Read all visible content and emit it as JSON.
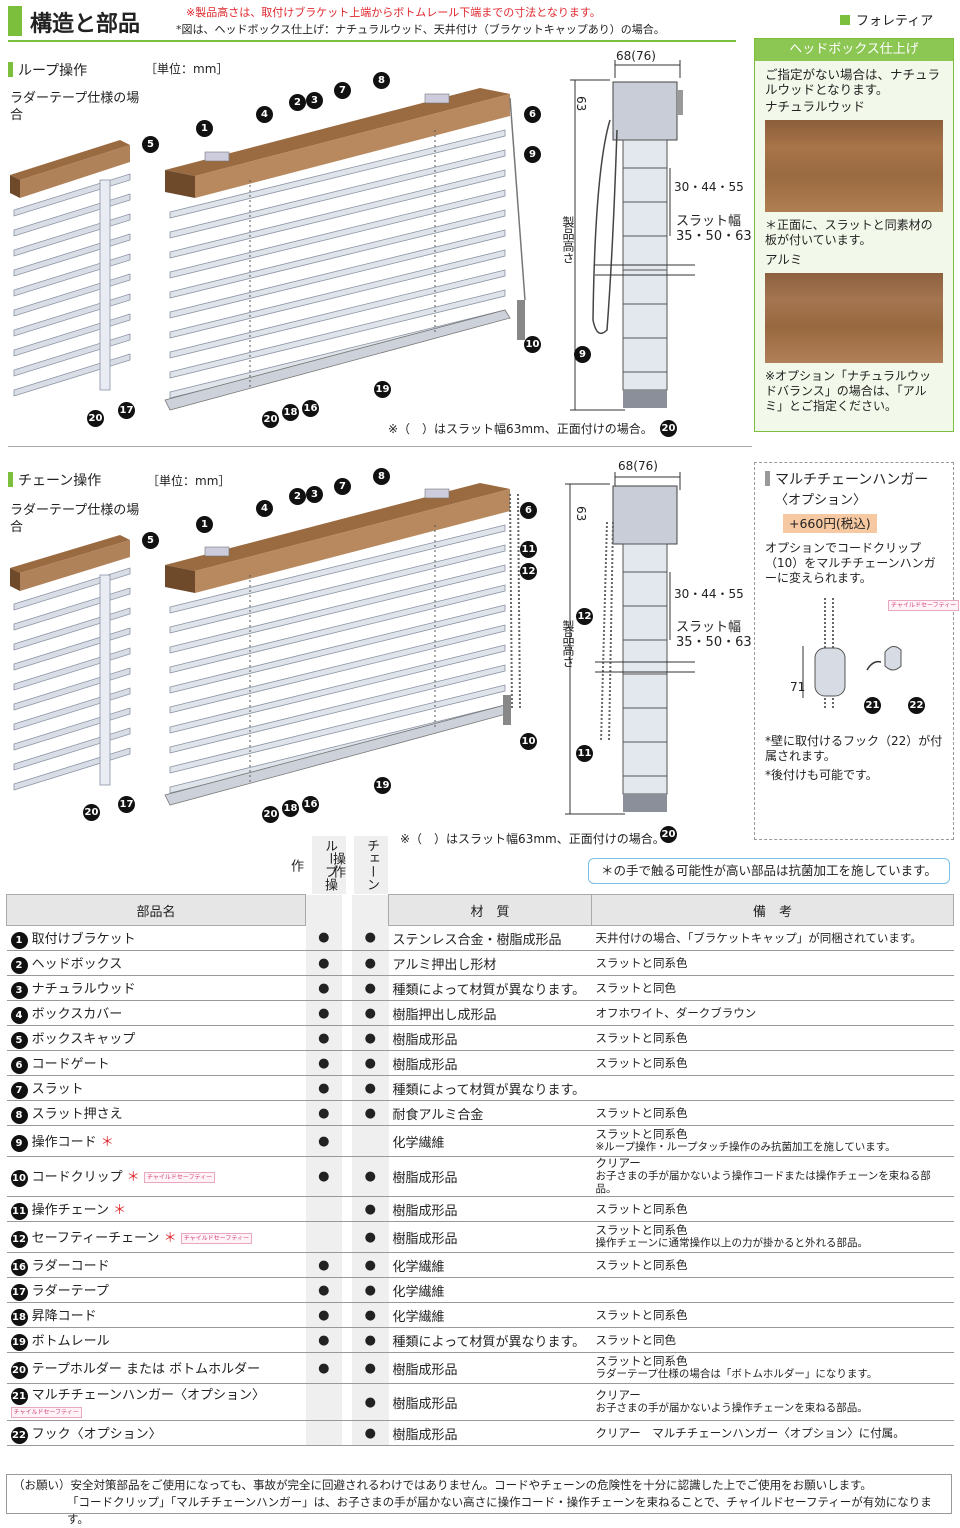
{
  "header": {
    "title": "構造と部品",
    "note_red": "※製品高さは、取付けブラケット上端からボトムレール下端までの寸法となります。",
    "note_black": "*図は、ヘッドボックス仕上げ：ナチュラルウッド、天井付け（ブラケットキャップあり）の場合。",
    "series": "フォレティア"
  },
  "loop": {
    "title": "ループ操作",
    "unit": "［単位：mm］",
    "ladder_label": "ラダーテープ仕様の場合",
    "paren_note": "※（　）はスラット幅63mm、正面付けの場合。",
    "dim_width": "68(76)",
    "dim_height": "63",
    "dim_pitch": "30・44・55",
    "slat_width_label": "スラット幅",
    "slat_width_values": "35・50・63",
    "product_height": "製品高さ"
  },
  "chain": {
    "title": "チェーン操作",
    "unit": "［単位：mm］",
    "ladder_label": "ラダーテープ仕様の場合",
    "paren_note": "※（　）はスラット幅63mm、正面付けの場合。",
    "dim_width": "68(76)",
    "dim_height": "63",
    "dim_pitch": "30・44・55",
    "slat_width_label": "スラット幅",
    "slat_width_values": "35・50・63",
    "product_height": "製品高さ"
  },
  "headbox_panel": {
    "title": "ヘッドボックス仕上げ",
    "intro": "ご指定がない場合は、ナチュラルウッドとなります。",
    "wood_label": "ナチュラルウッド",
    "wood_note": "＊正面に、スラットと同素材の板が付いています。",
    "alu_label": "アルミ",
    "alu_note": "※オプション「ナチュラルウッドバランス」の場合は、「アルミ」とご指定ください。"
  },
  "hanger_panel": {
    "title": "マルチチェーンハンガー",
    "subtitle": "〈オプション〉",
    "price": "+660円(税込)",
    "desc": "オプションでコードクリップ（10）をマルチチェーンハンガーに変えられます。",
    "child_safety": "チャイルドセーフティー",
    "dim": "71",
    "note1": "*壁に取付けるフック（22）が付属されます。",
    "note2": "*後付けも可能です。"
  },
  "antibac_note": "＊の手で触る可能性が高い部品は抗菌加工を施しています。",
  "table": {
    "headers": [
      "部品名",
      "ループ操作",
      "チェーン操作",
      "材　質",
      "備　考"
    ],
    "rows": [
      {
        "no": "1",
        "name": "取付けブラケット",
        "loop": "●",
        "chain": "●",
        "material": "ステンレス合金・樹脂成形品",
        "remark": "天井付けの場合、「ブラケットキャップ」が同梱されています。",
        "remark2": ""
      },
      {
        "no": "2",
        "name": "ヘッドボックス",
        "loop": "●",
        "chain": "●",
        "material": "アルミ押出し形材",
        "remark": "スラットと同系色",
        "remark2": ""
      },
      {
        "no": "3",
        "name": "ナチュラルウッド",
        "loop": "●",
        "chain": "●",
        "material": "種類によって材質が異なります。",
        "remark": "スラットと同色",
        "remark2": ""
      },
      {
        "no": "4",
        "name": "ボックスカバー",
        "loop": "●",
        "chain": "●",
        "material": "樹脂押出し成形品",
        "remark": "オフホワイト、ダークブラウン",
        "remark2": ""
      },
      {
        "no": "5",
        "name": "ボックスキャップ",
        "loop": "●",
        "chain": "●",
        "material": "樹脂成形品",
        "remark": "スラットと同系色",
        "remark2": ""
      },
      {
        "no": "6",
        "name": "コードゲート",
        "loop": "●",
        "chain": "●",
        "material": "樹脂成形品",
        "remark": "スラットと同系色",
        "remark2": ""
      },
      {
        "no": "7",
        "name": "スラット",
        "loop": "●",
        "chain": "●",
        "material": "種類によって材質が異なります。",
        "remark": "",
        "remark2": ""
      },
      {
        "no": "8",
        "name": "スラット押さえ",
        "loop": "●",
        "chain": "●",
        "material": "耐食アルミ合金",
        "remark": "スラットと同系色",
        "remark2": ""
      },
      {
        "no": "9",
        "name": "操作コード",
        "ast": "＊",
        "loop": "●",
        "chain": "",
        "material": "化学繊維",
        "remark": "スラットと同系色",
        "remark2": "※ループ操作・ループタッチ操作のみ抗菌加工を施しています。"
      },
      {
        "no": "10",
        "name": "コードクリップ",
        "ast": "＊",
        "cs": true,
        "loop": "●",
        "chain": "●",
        "material": "樹脂成形品",
        "remark": "クリアー",
        "remark2": "お子さまの手が届かないよう操作コードまたは操作チェーンを束ねる部品。"
      },
      {
        "no": "11",
        "name": "操作チェーン",
        "ast": "＊",
        "loop": "",
        "chain": "●",
        "material": "樹脂成形品",
        "remark": "スラットと同系色",
        "remark2": ""
      },
      {
        "no": "12",
        "name": "セーフティーチェーン",
        "ast": "＊",
        "cs": true,
        "loop": "",
        "chain": "●",
        "material": "樹脂成形品",
        "remark": "スラットと同系色",
        "remark2": "操作チェーンに通常操作以上の力が掛かると外れる部品。"
      },
      {
        "no": "16",
        "name": "ラダーコード",
        "loop": "●",
        "chain": "●",
        "material": "化学繊維",
        "remark": "スラットと同系色",
        "remark2": ""
      },
      {
        "no": "17",
        "name": "ラダーテープ",
        "loop": "●",
        "chain": "●",
        "material": "化学繊維",
        "remark": "",
        "remark2": ""
      },
      {
        "no": "18",
        "name": "昇降コード",
        "loop": "●",
        "chain": "●",
        "material": "化学繊維",
        "remark": "スラットと同系色",
        "remark2": ""
      },
      {
        "no": "19",
        "name": "ボトムレール",
        "loop": "●",
        "chain": "●",
        "material": "種類によって材質が異なります。",
        "remark": "スラットと同色",
        "remark2": ""
      },
      {
        "no": "20",
        "name": "テープホルダー または ボトムホルダー",
        "loop": "●",
        "chain": "●",
        "material": "樹脂成形品",
        "remark": "スラットと同系色",
        "remark2": "ラダーテープ仕様の場合は「ボトムホルダー」になります。"
      },
      {
        "no": "21",
        "name": "マルチチェーンハンガー〈オプション〉",
        "cs": true,
        "loop": "",
        "chain": "●",
        "material": "樹脂成形品",
        "remark": "クリアー",
        "remark2": "お子さまの手が届かないよう操作チェーンを束ねる部品。"
      },
      {
        "no": "22",
        "name": "フック〈オプション〉",
        "loop": "",
        "chain": "●",
        "material": "樹脂成形品",
        "remark": "クリアー　マルチチェーンハンガー〈オプション〉に付属。",
        "remark2": ""
      }
    ]
  },
  "footer": {
    "line1": "（お願い）安全対策部品をご使用になっても、事故が完全に回避されるわけではありません。コードやチェーンの危険性を十分に認識した上でご使用をお願いします。",
    "line2": "「コードクリップ」「マルチチェーンハンガー」は、お子さまの手が届かない高さに操作コード・操作チェーンを束ねることで、チャイルドセーフティーが有効になります。"
  },
  "colors": {
    "accent": "#7cbf3c",
    "red": "#e0282e",
    "wood": "#9a6a40"
  }
}
